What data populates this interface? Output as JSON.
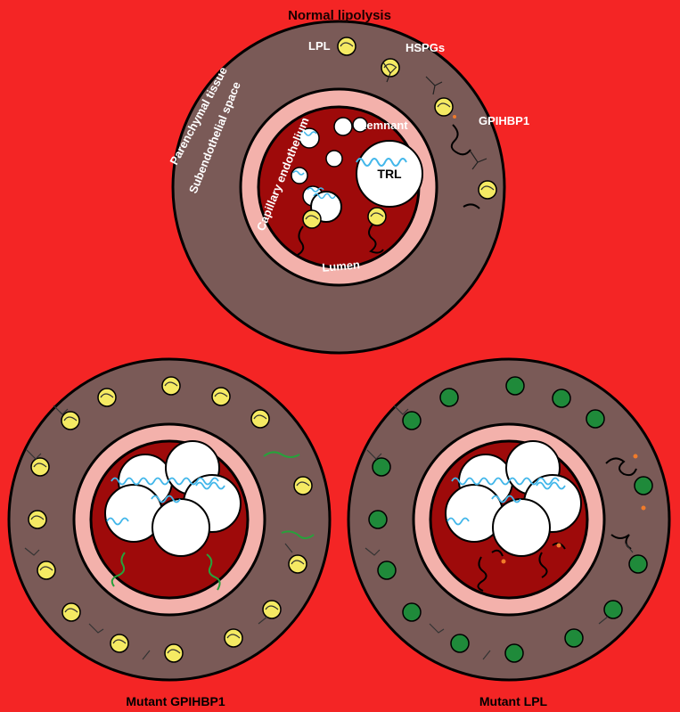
{
  "panels": {
    "normal": {
      "title": "Normal lipolysis",
      "labels": {
        "lpl": "LPL",
        "hspgs": "HSPGs",
        "gpihbp1": "GPIHBP1",
        "remnant": "Remnant",
        "trl": "TRL",
        "lumen": "Lumen",
        "capillary_endothelium": "Capillary endothelium",
        "subendothelial_space": "Subendothelial space",
        "parenchymal_tissue": "Parenchymal tissue"
      }
    },
    "mutant_gpihbp1": {
      "title": "Mutant GPIHBP1"
    },
    "mutant_lpl": {
      "title": "Mutant LPL"
    }
  },
  "colors": {
    "background": "#f42525",
    "tissue": "#7a5a57",
    "endothelium": "#f3b1ab",
    "lumen": "#9e0a0a",
    "lpl_normal": "#f5ea63",
    "lpl_mutant": "#1f8a3a",
    "apo_strand": "#43b7ea",
    "gpihbp1_mutant": "#27a23b",
    "tip_orange": "#f07b2a"
  }
}
